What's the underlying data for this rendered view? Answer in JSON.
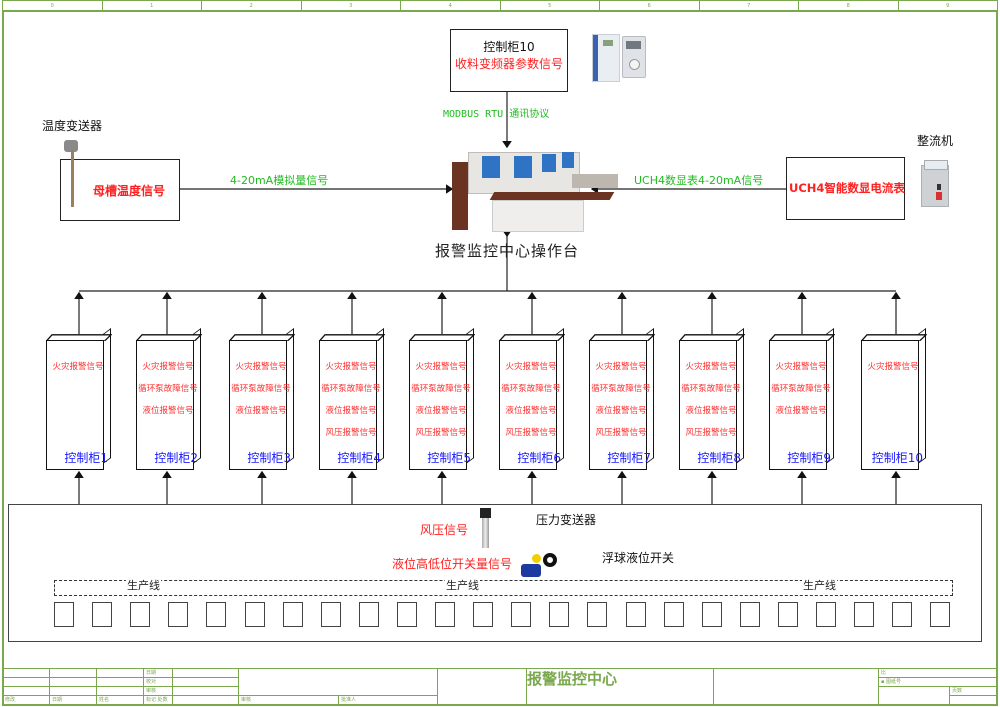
{
  "ruler": {
    "columns": [
      "0",
      "1",
      "2",
      "3",
      "4",
      "5",
      "6",
      "7",
      "8",
      "9"
    ]
  },
  "control_cabinet_10_top": {
    "title": "控制柜10",
    "signal": "收料变频器参数信号"
  },
  "modbus_label": "MODBUS RTU 通讯协议",
  "temperature": {
    "device_label": "温度变送器",
    "signal": "母槽温度信号",
    "link_label": "4-20mA模拟量信号"
  },
  "rectifier": {
    "device_label": "整流机",
    "signal": "UCH4智能数显电流表",
    "link_label": "UCH4数显表4-20mA信号"
  },
  "console_label": "报警监控中心操作台",
  "cabinets": [
    {
      "name": "控制柜1",
      "signals": [
        "火灾报警信号"
      ]
    },
    {
      "name": "控制柜2",
      "signals": [
        "火灾报警信号",
        "循环泵故障信号",
        "液位报警信号"
      ]
    },
    {
      "name": "控制柜3",
      "signals": [
        "火灾报警信号",
        "循环泵故障信号",
        "液位报警信号"
      ]
    },
    {
      "name": "控制柜4",
      "signals": [
        "火灾报警信号",
        "循环泵故障信号",
        "液位报警信号",
        "风压报警信号"
      ]
    },
    {
      "name": "控制柜5",
      "signals": [
        "火灾报警信号",
        "循环泵故障信号",
        "液位报警信号",
        "风压报警信号"
      ]
    },
    {
      "name": "控制柜6",
      "signals": [
        "火灾报警信号",
        "循环泵故障信号",
        "液位报警信号",
        "风压报警信号"
      ]
    },
    {
      "name": "控制柜7",
      "signals": [
        "火灾报警信号",
        "循环泵故障信号",
        "液位报警信号",
        "风压报警信号"
      ]
    },
    {
      "name": "控制柜8",
      "signals": [
        "火灾报警信号",
        "循环泵故障信号",
        "液位报警信号",
        "风压报警信号"
      ]
    },
    {
      "name": "控制柜9",
      "signals": [
        "火灾报警信号",
        "循环泵故障信号",
        "液位报警信号"
      ]
    },
    {
      "name": "控制柜10",
      "signals": [
        "火灾报警信号"
      ]
    }
  ],
  "field": {
    "wind_pressure_signal": "风压信号",
    "pressure_transmitter": "压力变送器",
    "level_signal": "液位高低位开关量信号",
    "float_switch": "浮球液位开关",
    "production_line_labels": [
      "生产线",
      "生产线",
      "生产线"
    ],
    "station_count": 24
  },
  "title_block": {
    "drawing_title": "报警监控中心",
    "rows_left": [
      "日期",
      "校对",
      "审核",
      "标记 处数"
    ],
    "bottom_labels": [
      "修改",
      "日期",
      "姓名",
      "标记 处数",
      "审核",
      "批准人"
    ],
    "right_labels": [
      "比",
      "▪ 图纸号",
      "页数"
    ]
  }
}
